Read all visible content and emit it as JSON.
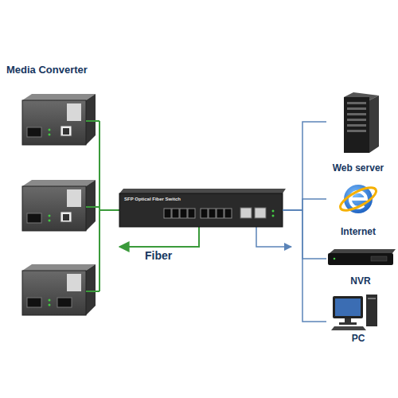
{
  "diagram": {
    "nodes": [
      {
        "text": [
          "SFP Optical Fiber Switch"
        ]
      },
      {
        "text": [
          "Web server"
        ]
      },
      {
        "text": [
          "Internet"
        ]
      },
      {
        "text": [
          "NVR"
        ]
      },
      {
        "text": [
          "PC"
        ]
      }
    ],
    "edges": [
      {
        "from": 0,
        "to": 1,
        "arrow": "none"
      },
      {
        "from": 0,
        "to": 2,
        "arrow": "none"
      },
      {
        "from": 0,
        "to": 3,
        "arrow": "none"
      },
      {
        "from": 0,
        "to": 4,
        "arrow": "none"
      }
    ],
    "labels": [
      "Media Converter",
      "Fiber"
    ]
  }
}
